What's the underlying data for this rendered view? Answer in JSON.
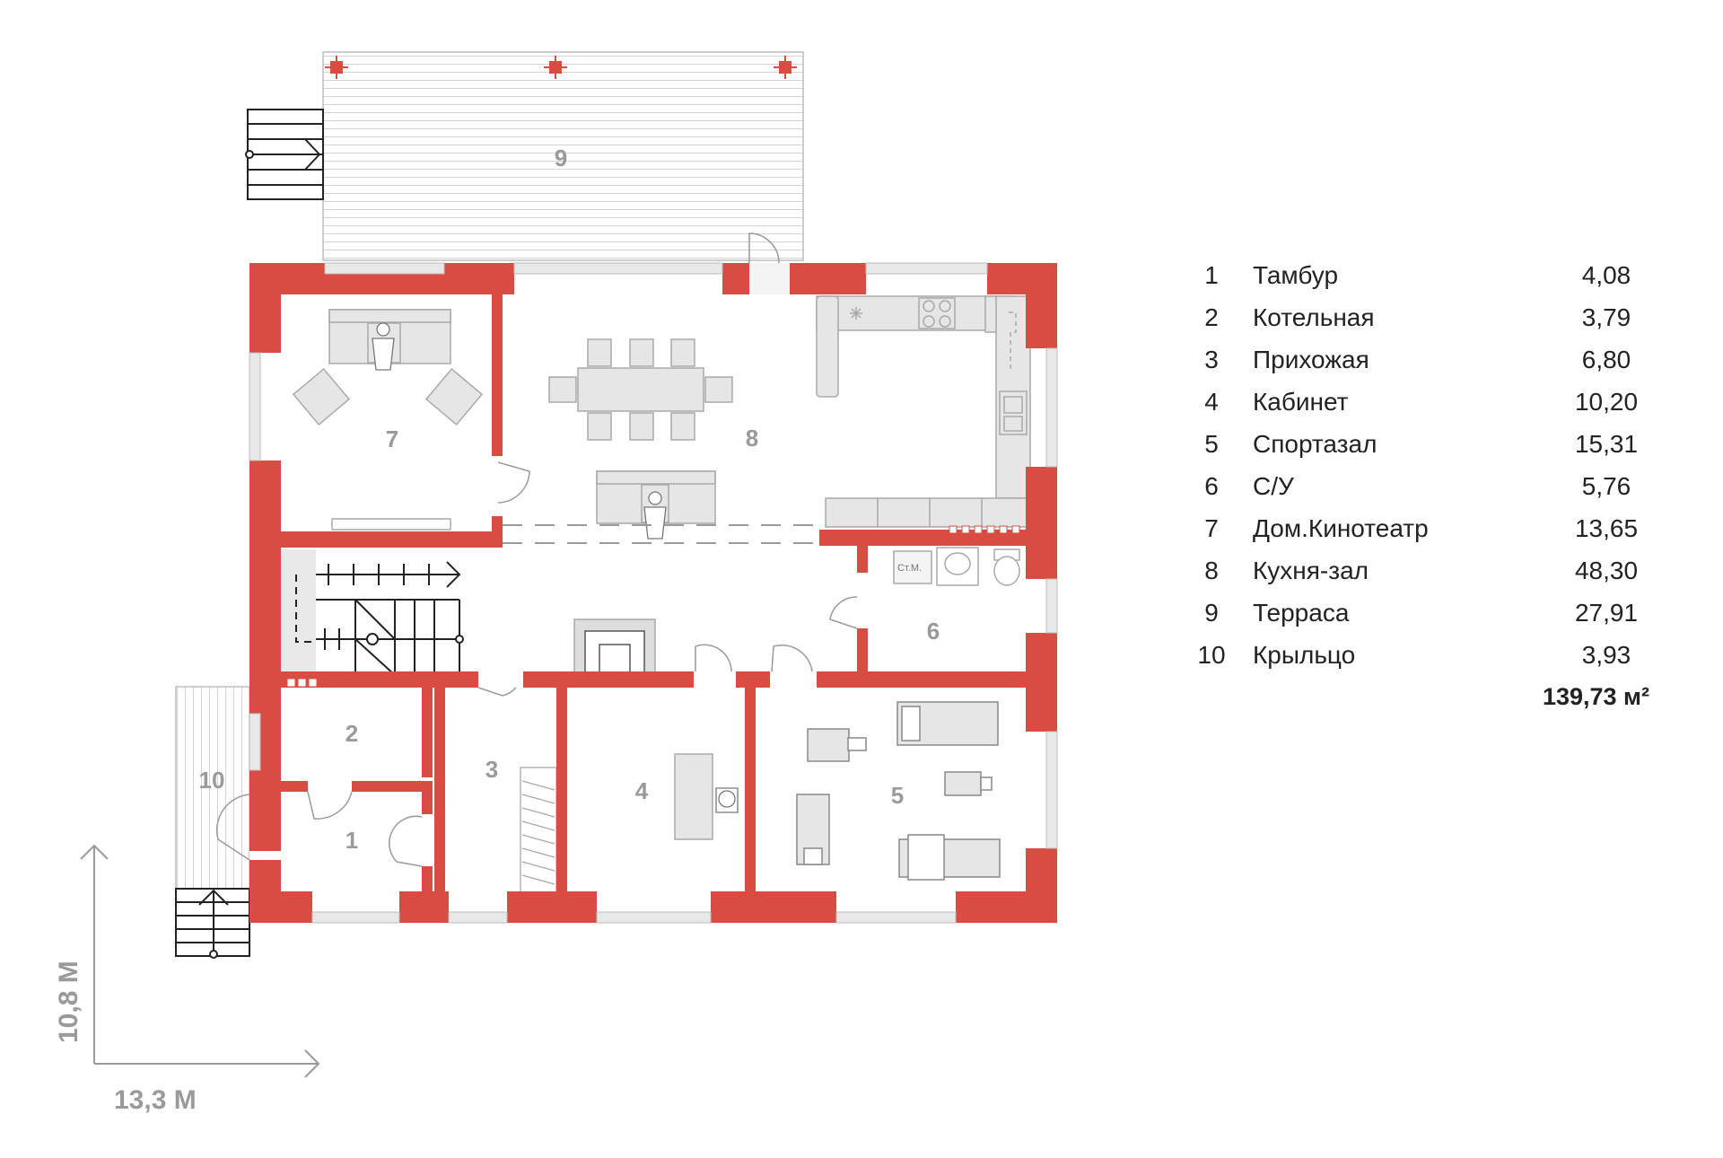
{
  "plan": {
    "colors": {
      "wall": "#d94c42",
      "window": "#e8e8e8",
      "furniture": "#e6e6e6",
      "stroke": "#9a9a9a",
      "stairs": "#222222",
      "label": "#9a9a9a"
    },
    "room_numbers": [
      "1",
      "2",
      "3",
      "4",
      "5",
      "6",
      "7",
      "8",
      "9",
      "10"
    ],
    "dimensions": {
      "width": "13,3 М",
      "height": "10,8 М"
    },
    "wc_label": "Ст.М."
  },
  "legend": {
    "rooms": [
      {
        "num": "1",
        "name": "Тамбур",
        "area": "4,08"
      },
      {
        "num": "2",
        "name": "Котельная",
        "area": "3,79"
      },
      {
        "num": "3",
        "name": "Прихожая",
        "area": "6,80"
      },
      {
        "num": "4",
        "name": "Кабинет",
        "area": "10,20"
      },
      {
        "num": "5",
        "name": "Спортазал",
        "area": "15,31"
      },
      {
        "num": "6",
        "name": "С/У",
        "area": "5,76"
      },
      {
        "num": "7",
        "name": "Дом.Кинотеатр",
        "area": "13,65"
      },
      {
        "num": "8",
        "name": "Кухня-зал",
        "area": "48,30"
      },
      {
        "num": "9",
        "name": "Терраса",
        "area": "27,91"
      },
      {
        "num": "10",
        "name": "Крыльцо",
        "area": "3,93"
      }
    ],
    "total": "139,73 м²"
  }
}
